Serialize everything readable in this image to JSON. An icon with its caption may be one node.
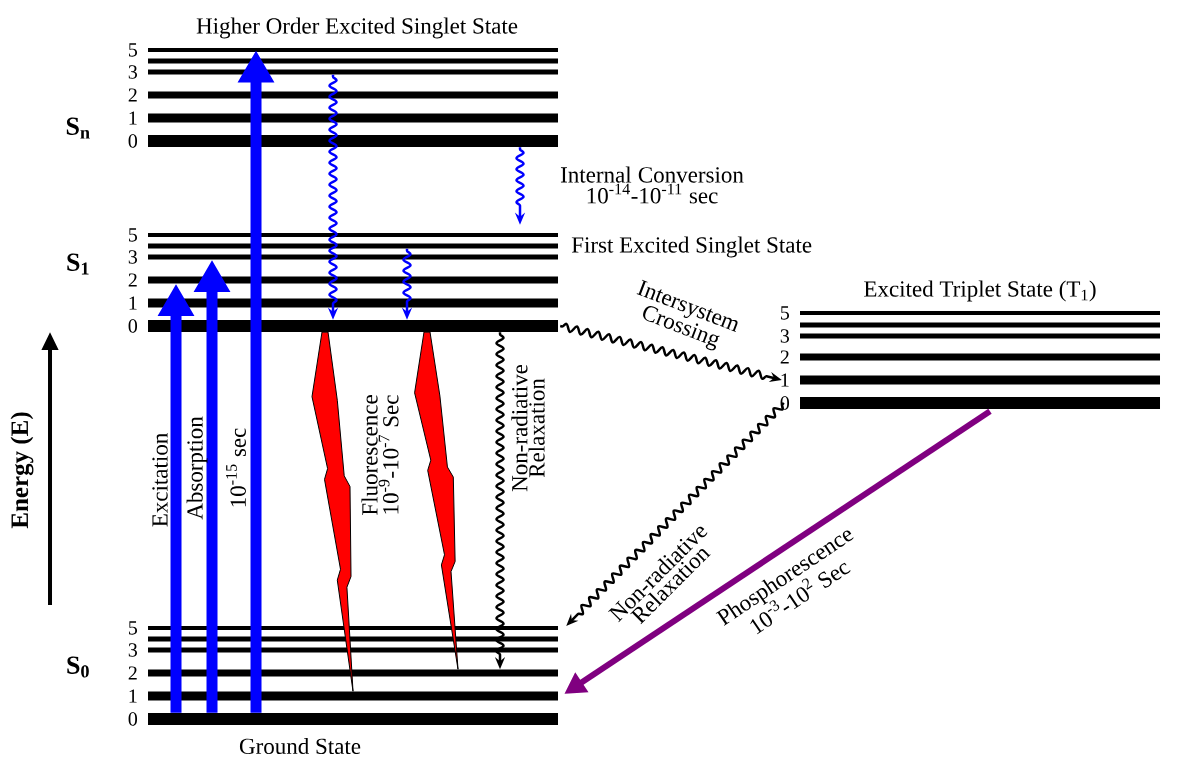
{
  "diagram": {
    "nodes": [
      {
        "text": [],
        "shape": "bar",
        "beside": [
          "5"
        ]
      },
      {
        "text": [],
        "shape": "bar"
      },
      {
        "text": [],
        "shape": "bar",
        "beside": [
          "3"
        ]
      },
      {
        "text": [],
        "shape": "bar",
        "beside": [
          "2"
        ]
      },
      {
        "text": [],
        "shape": "bar",
        "beside": [
          "1"
        ]
      },
      {
        "text": [],
        "shape": "bar",
        "beside": [
          "0"
        ]
      },
      {
        "text": [],
        "shape": "bar",
        "beside": [
          "5"
        ]
      },
      {
        "text": [],
        "shape": "bar"
      },
      {
        "text": [],
        "shape": "bar",
        "beside": [
          "3"
        ]
      },
      {
        "text": [],
        "shape": "bar",
        "beside": [
          "2"
        ]
      },
      {
        "text": [],
        "shape": "bar",
        "beside": [
          "1"
        ]
      },
      {
        "text": [],
        "shape": "bar",
        "beside": [
          "0"
        ]
      },
      {
        "text": [],
        "shape": "bar",
        "beside": [
          "5"
        ]
      },
      {
        "text": [],
        "shape": "bar"
      },
      {
        "text": [],
        "shape": "bar",
        "beside": [
          "3"
        ]
      },
      {
        "text": [],
        "shape": "bar",
        "beside": [
          "2"
        ]
      },
      {
        "text": [],
        "shape": "bar",
        "beside": [
          "1"
        ]
      },
      {
        "text": [],
        "shape": "bar",
        "beside": [
          "0"
        ]
      },
      {
        "text": [],
        "shape": "bar",
        "beside": [
          "5"
        ]
      },
      {
        "text": [],
        "shape": "bar"
      },
      {
        "text": [],
        "shape": "bar",
        "beside": [
          "3"
        ]
      },
      {
        "text": [],
        "shape": "bar",
        "beside": [
          "2"
        ]
      },
      {
        "text": [],
        "shape": "bar",
        "beside": [
          "1"
        ]
      },
      {
        "text": [],
        "shape": "bar",
        "beside": [
          "0"
        ]
      }
    ],
    "edges": [
      {
        "from": 23,
        "to": 9,
        "arrow": "to",
        "label": "Excitation",
        "style": "thick",
        "color": "#0000ff"
      },
      {
        "from": 23,
        "to": 8,
        "arrow": "to",
        "label": "Absorption",
        "style": "thick",
        "color": "#0000ff"
      },
      {
        "from": 23,
        "to": 0,
        "arrow": "to",
        "label": "10$^{-15}$ sec",
        "style": "thick",
        "color": "#0000ff"
      },
      {
        "from": 2,
        "to": 11,
        "arrow": "to",
        "color": "#0000ff"
      },
      {
        "from": 7,
        "to": 11,
        "arrow": "to",
        "color": "#0000ff"
      },
      {
        "from": 5,
        "to": 6,
        "arrow": "to",
        "label": "Internal Conversion 10$^{-14}$-10$^{-11}$ sec",
        "color": "#0000ff"
      },
      {
        "from": 11,
        "to": 22,
        "arrow": "to",
        "label": "Fluorescence 10$^{-9}$-10$^{-7}$ Sec",
        "color": "#ff0000"
      },
      {
        "from": 11,
        "to": 21,
        "arrow": "to",
        "color": "#ff0000"
      },
      {
        "from": 11,
        "to": 21,
        "arrow": "to",
        "label": "Non-radiative Relaxation",
        "color": "#000000"
      },
      {
        "from": 11,
        "to": 16,
        "arrow": "to",
        "label": "Intersystem Crossing",
        "color": "#000000"
      },
      {
        "from": 17,
        "to": 18,
        "arrow": "to",
        "label": "Non-radiative Relaxation",
        "color": "#000000"
      },
      {
        "from": 17,
        "to": 22,
        "arrow": "to",
        "label": "Phosphorescence 10$^{-3}$-10$^{2}$ Sec",
        "style": "thick",
        "color": "#800080"
      }
    ],
    "labels": [
      "Higher Order Excited Singlet State",
      "S$_{n}$",
      "S$_{1}$",
      "First Excited Singlet State",
      "Excited Triplet State (T$_{1}$)",
      "Energy (E)",
      "S$_{0}$",
      "Ground State"
    ]
  }
}
